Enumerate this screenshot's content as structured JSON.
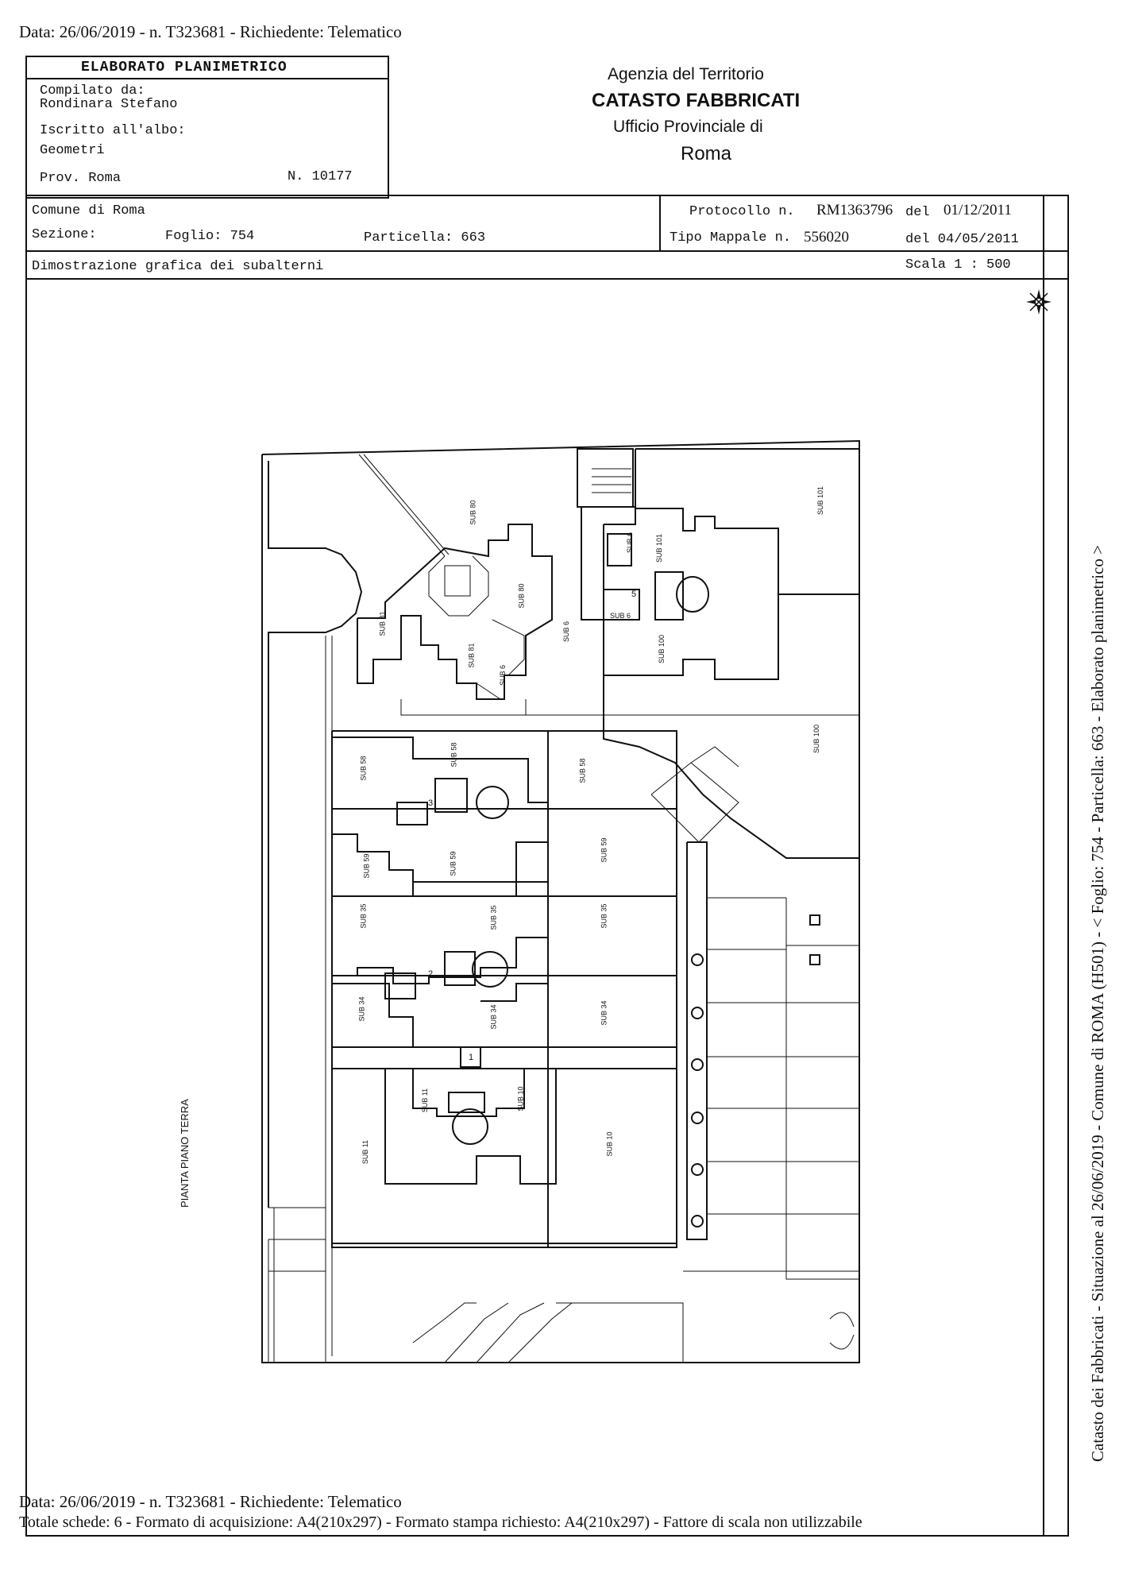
{
  "header": {
    "top_line": "Data: 26/06/2019 - n. T323681 - Richiedente: Telematico"
  },
  "elaborato": {
    "title": "ELABORATO PLANIMETRICO",
    "compilato_label": "Compilato da:",
    "compilato_name": "Rondinara Stefano",
    "iscritto_label": "Iscritto all'albo:",
    "albo": "Geometri",
    "prov": "Prov. Roma",
    "numero": "N. 10177"
  },
  "agenzia": {
    "line1": "Agenzia del Territorio",
    "line2": "CATASTO FABBRICATI",
    "line3": "Ufficio Provinciale di",
    "line4": "Roma"
  },
  "info": {
    "comune": "Comune di Roma",
    "sezione_label": "Sezione:",
    "foglio": "Foglio: 754",
    "particella": "Particella: 663",
    "protocollo_label": "Protocollo n.",
    "protocollo_num": "RM1363796",
    "protocollo_del_label": "del",
    "protocollo_date": "01/12/2011",
    "tipo_mappale_label": "Tipo Mappale n.",
    "tipo_mappale_num": "556020",
    "tipo_mappale_date": "del 04/05/2011",
    "dimostrazione": "Dimostrazione grafica dei subalterni",
    "scala": "Scala 1 : 500"
  },
  "plan": {
    "floor_label": "PIANTA PIANO TERRA",
    "sub_labels": {
      "s80a": "SUB 80",
      "s101a": "SUB 101",
      "s101b": "SUB 101",
      "s81a": "SUB 81",
      "s81b": "SUB 81",
      "s80b": "SUB 80",
      "s6a": "SUB 6",
      "s6b": "SUB 6",
      "s6c": "SUB 6",
      "s6d": "SUB 6",
      "s100a": "SUB 100",
      "s100b": "SUB 100",
      "s58a": "SUB 58",
      "s58b": "SUB 58",
      "s58c": "SUB 58",
      "s59a": "SUB 59",
      "s59b": "SUB 59",
      "s59c": "SUB 59",
      "s35a": "SUB 35",
      "s35b": "SUB 35",
      "s35c": "SUB 35",
      "s34a": "SUB 34",
      "s34b": "SUB 34",
      "s34c": "SUB 34",
      "s11a": "SUB 11",
      "s11b": "SUB 11",
      "s10a": "SUB 10",
      "s10b": "SUB 10"
    },
    "stair_numbers": {
      "n1": "1",
      "n2": "2",
      "n3": "3",
      "n5": "5"
    }
  },
  "side_text": "Catasto dei Fabbricati - Situazione al 26/06/2019 - Comune di ROMA (H501) - < Foglio: 754 - Particella: 663 - Elaborato planimetrico >",
  "footer": {
    "line1": "Data: 26/06/2019 - n. T323681 - Richiedente: Telematico",
    "line2": "Totale schede: 6 - Formato di acquisizione: A4(210x297) - Formato stampa richiesto: A4(210x297) - Fattore di scala non utilizzabile"
  }
}
